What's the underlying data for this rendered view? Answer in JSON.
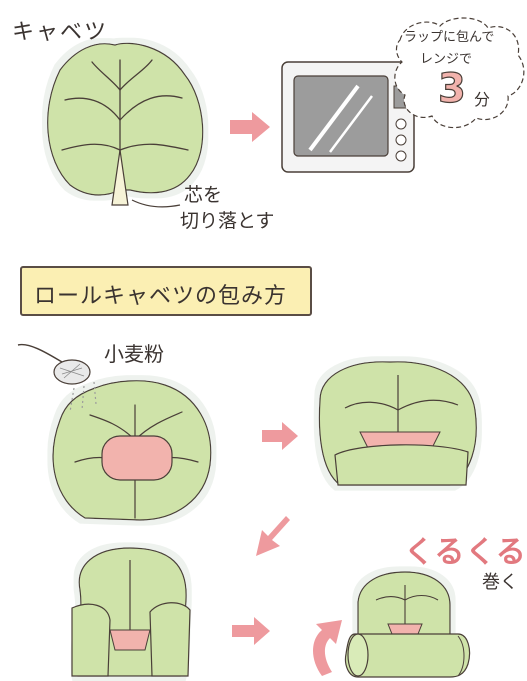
{
  "labels": {
    "cabbage": "キャベツ",
    "wrap_line1": "ラップに包んで",
    "wrap_line2": "レンジで",
    "minutes_number": "3",
    "minutes_unit": "分",
    "core_line1": "芯を",
    "core_line2": "切り落とす",
    "section_title": "ロールキャベツの包み方",
    "flour": "小麦粉",
    "roll_emphasis": "くるくる",
    "roll_verb": "巻く"
  },
  "colors": {
    "leaf": "#cfe3a9",
    "vein": "#4a3f38",
    "filling": "#f2b3ad",
    "arrow": "#ee9a9e",
    "microwave": "#f4f4f4",
    "glass": "#9c9c9c",
    "title_bg": "#fbefb3",
    "roll_text": "#e2797f"
  }
}
